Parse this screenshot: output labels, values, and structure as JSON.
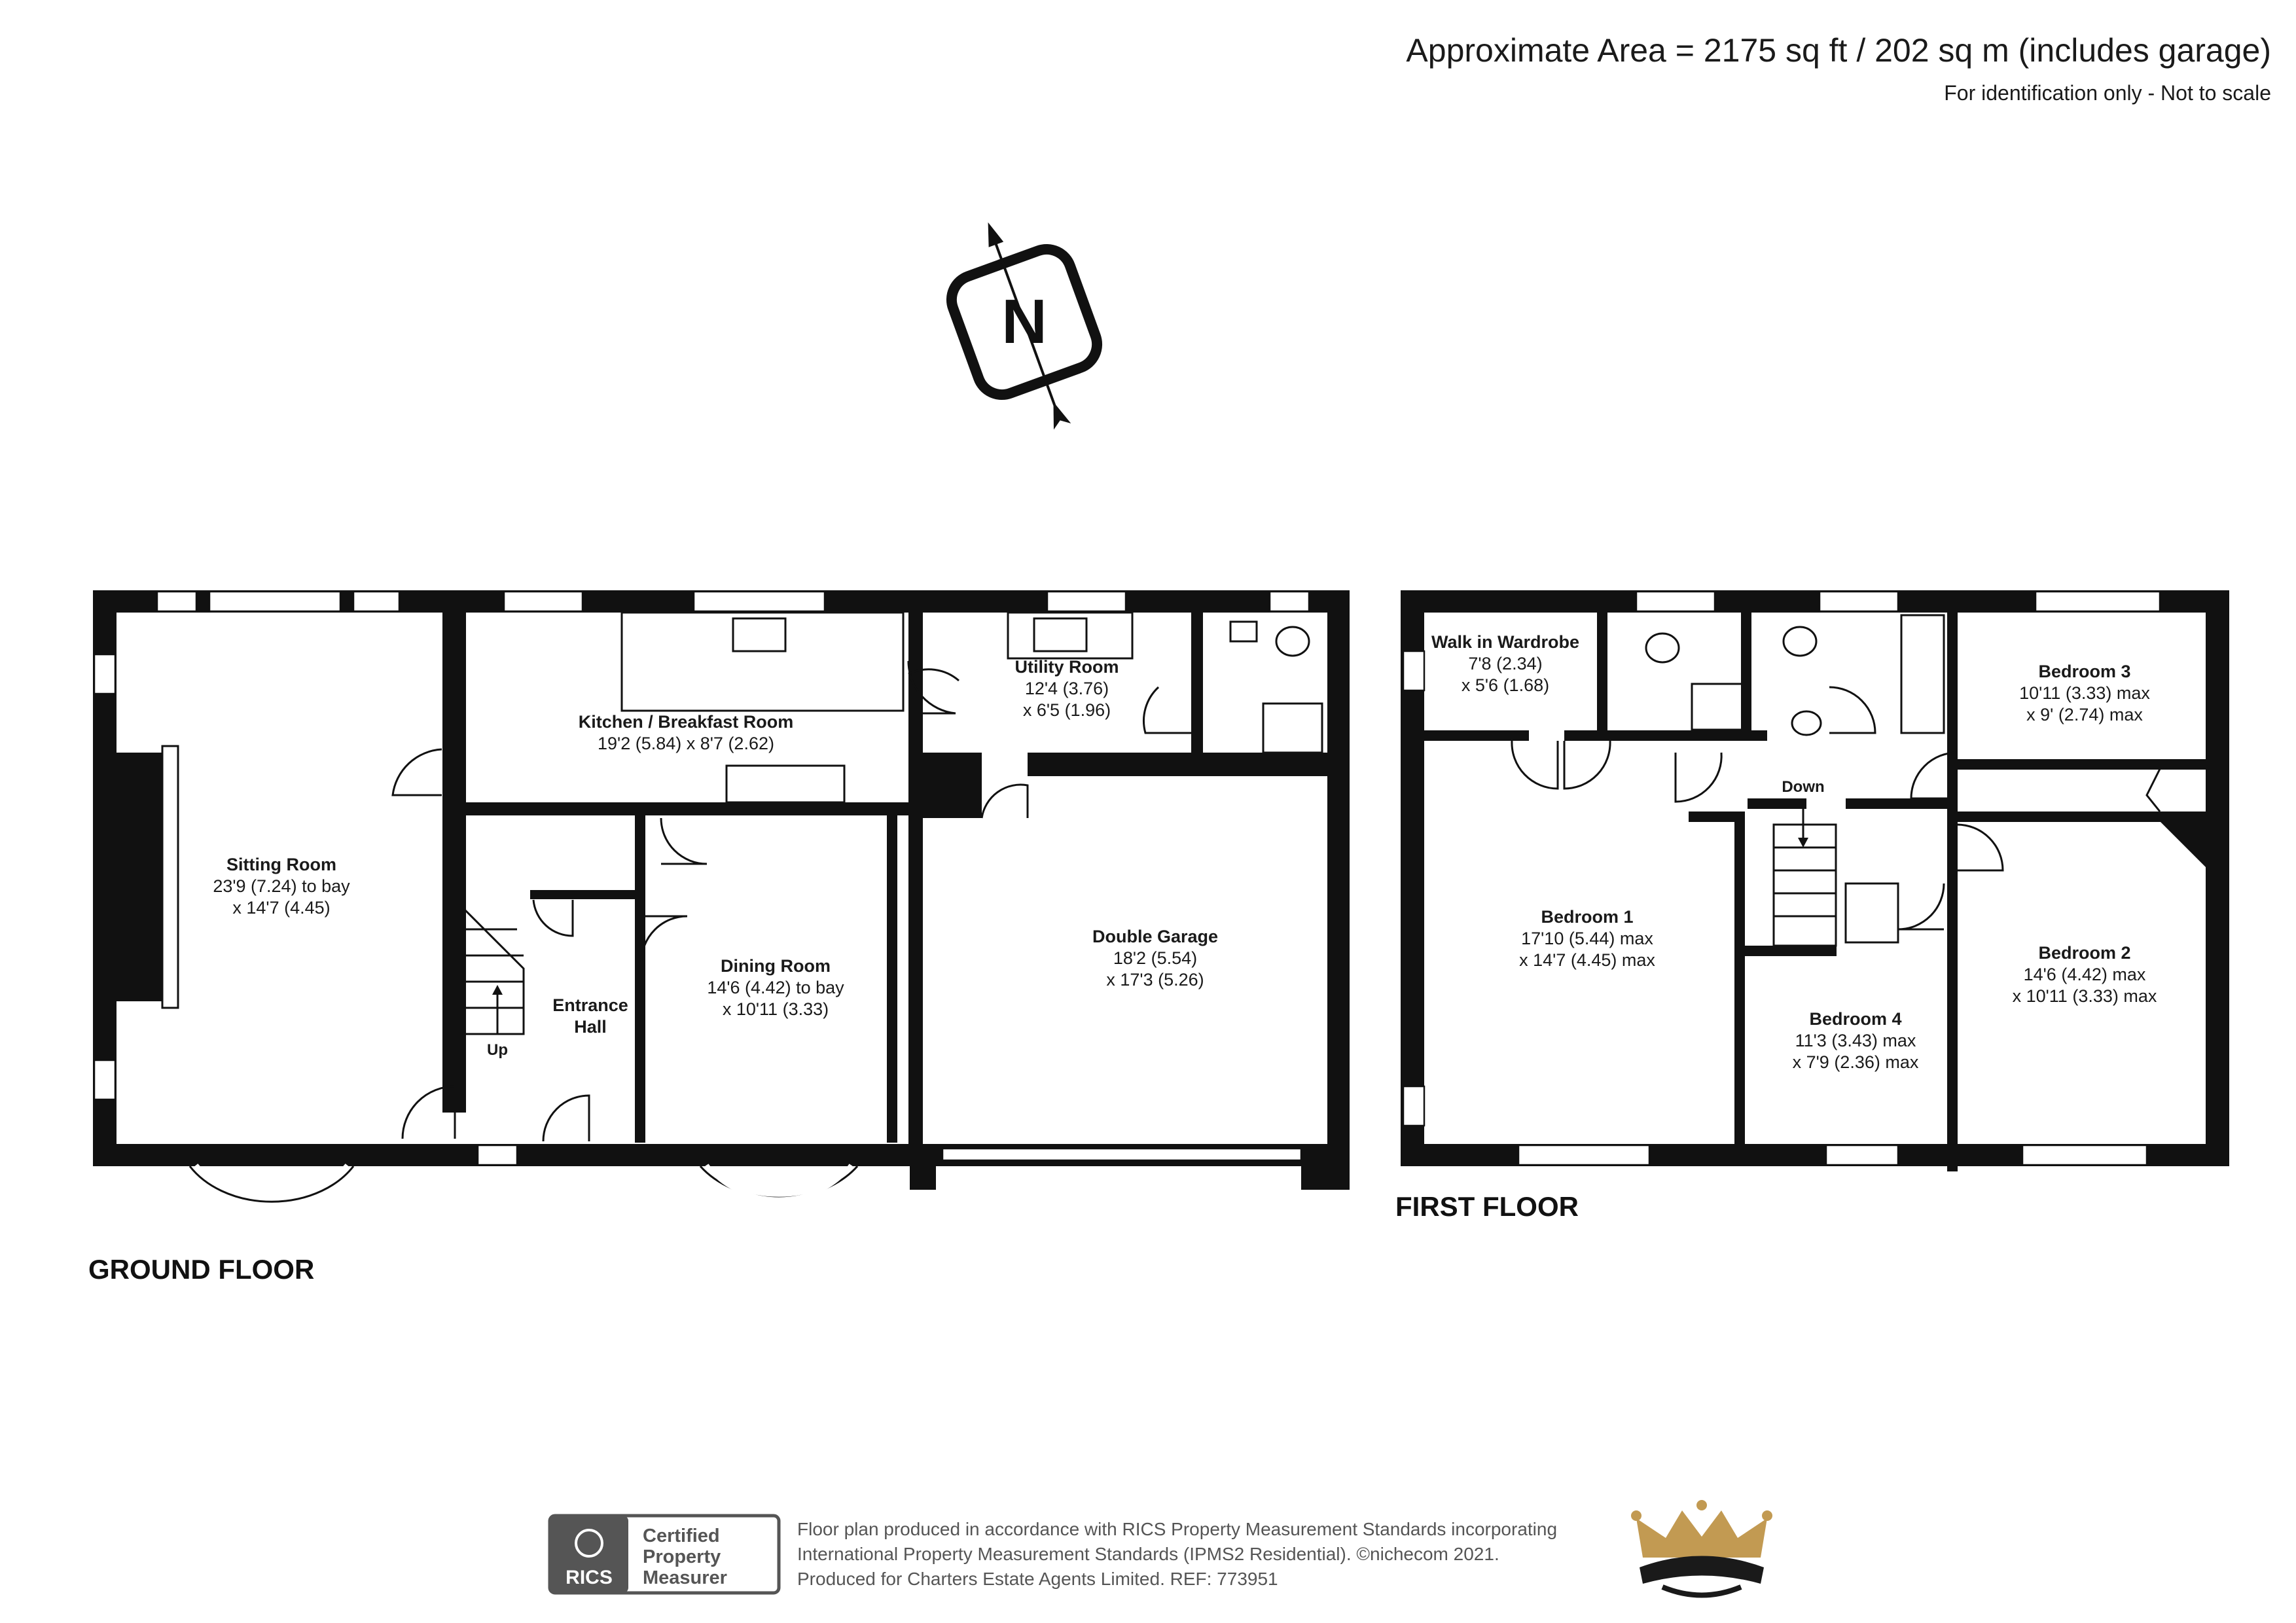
{
  "header": {
    "area": "Approximate Area = 2175 sq ft / 202 sq m (includes garage)",
    "note": "For identification only - Not to scale"
  },
  "compass": {
    "letter": "N"
  },
  "ground_floor": {
    "label": "GROUND FLOOR",
    "rooms": [
      {
        "id": "sitting",
        "lines": [
          "Sitting Room",
          "23'9 (7.24) to bay",
          "x 14'7 (4.45)"
        ]
      },
      {
        "id": "kitchen",
        "lines": [
          "Kitchen / Breakfast Room",
          "19'2 (5.84) x 8'7 (2.62)"
        ]
      },
      {
        "id": "utility",
        "lines": [
          "Utility Room",
          "12'4 (3.76)",
          "x 6'5 (1.96)"
        ]
      },
      {
        "id": "dining",
        "lines": [
          "Dining Room",
          "14'6 (4.42) to bay",
          "x 10'11 (3.33)"
        ]
      },
      {
        "id": "hall",
        "lines": [
          "Entrance",
          "Hall"
        ]
      },
      {
        "id": "garage",
        "lines": [
          "Double Garage",
          "18'2 (5.54)",
          "x 17'3 (5.26)"
        ]
      }
    ],
    "stairs_label": "Up"
  },
  "first_floor": {
    "label": "FIRST FLOOR",
    "rooms": [
      {
        "id": "wardrobe",
        "lines": [
          "Walk in Wardrobe",
          "7'8 (2.34)",
          "x 5'6 (1.68)"
        ]
      },
      {
        "id": "bed1",
        "lines": [
          "Bedroom 1",
          "17'10 (5.44) max",
          "x 14'7 (4.45) max"
        ]
      },
      {
        "id": "bed2",
        "lines": [
          "Bedroom 2",
          "14'6 (4.42) max",
          "x 10'11 (3.33) max"
        ]
      },
      {
        "id": "bed3",
        "lines": [
          "Bedroom 3",
          "10'11 (3.33) max",
          "x 9' (2.74) max"
        ]
      },
      {
        "id": "bed4",
        "lines": [
          "Bedroom 4",
          "11'3 (3.43) max",
          "x 7'9 (2.36) max"
        ]
      }
    ],
    "stairs_label": "Down"
  },
  "footer": {
    "badge_logo": "RICS",
    "badge_lines": [
      "Certified",
      "Property",
      "Measurer"
    ],
    "text_lines": [
      "Floor plan produced in accordance with RICS Property Measurement Standards incorporating",
      "International Property Measurement Standards (IPMS2 Residential).  ©nichecom 2021.",
      "Produced for Charters Estate Agents Limited.   REF:  773951"
    ]
  },
  "colors": {
    "wall": "#111111",
    "crown": "#c29a52",
    "crown_dark": "#1a1a1a",
    "badge": "#555555"
  }
}
